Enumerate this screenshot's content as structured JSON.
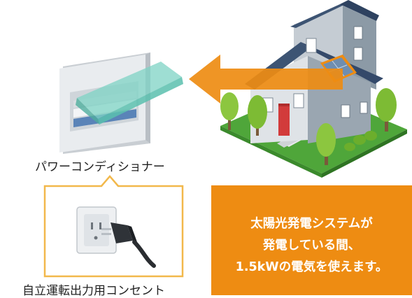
{
  "labels": {
    "power_conditioner": "パワーコンディショナー",
    "outlet": "自立運転出力用コンセント"
  },
  "callout": {
    "lines": [
      "太陽光発電システムが",
      "発電している間、",
      "1.5kWの電気を使えます。"
    ]
  },
  "colors": {
    "accent_orange": "#ee8c12",
    "roof_navy": "#3d5473",
    "wall_gray": "#8c9aa6",
    "door_red": "#d23b3b",
    "lawn_green": "#4fa63a",
    "panel_teal": "#7ed3c4"
  }
}
